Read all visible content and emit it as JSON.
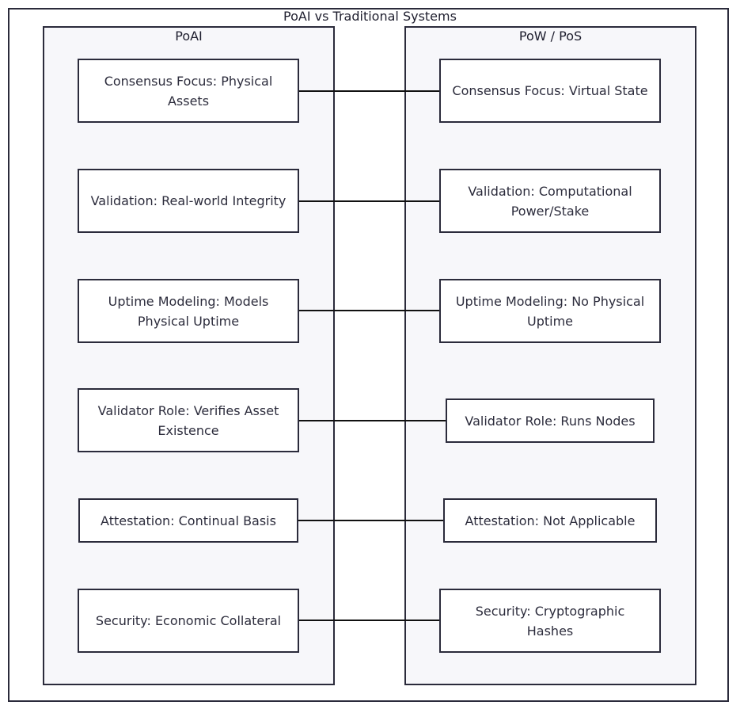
{
  "diagram": {
    "title": "PoAI vs Traditional Systems",
    "left_group": {
      "title": "PoAI",
      "nodes": [
        "Consensus Focus: Physical Assets",
        "Validation: Real-world Integrity",
        "Uptime Modeling: Models Physical Uptime",
        "Validator Role: Verifies Asset Existence",
        "Attestation: Continual Basis",
        "Security: Economic Collateral"
      ]
    },
    "right_group": {
      "title": "PoW / PoS",
      "nodes": [
        "Consensus Focus: Virtual State",
        "Validation: Computational Power/Stake",
        "Uptime Modeling: No Physical Uptime",
        "Validator Role: Runs Nodes",
        "Attestation: Not Applicable",
        "Security: Cryptographic Hashes"
      ]
    },
    "colors": {
      "stroke": "#2b2b3b",
      "group_fill": "#f7f7fa",
      "node_fill": "#ffffff"
    }
  }
}
